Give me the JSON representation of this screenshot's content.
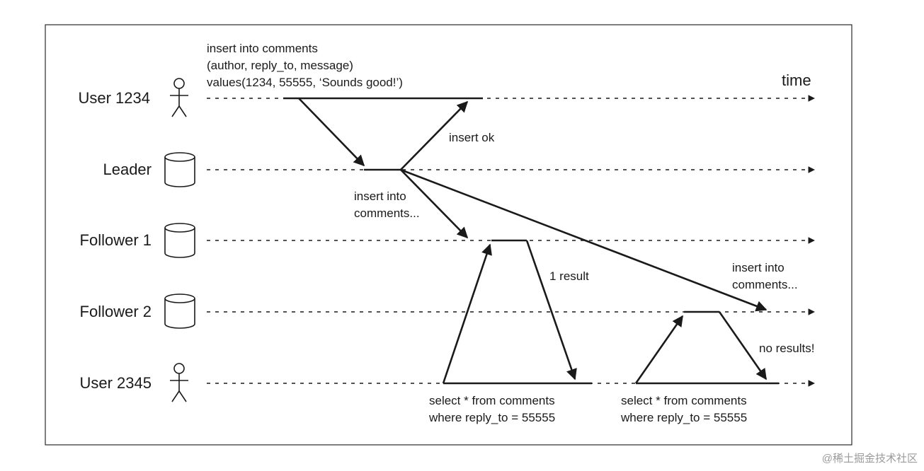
{
  "lanes": {
    "user1": "User 1234",
    "leader": "Leader",
    "follower1": "Follower 1",
    "follower2": "Follower 2",
    "user2": "User 2345"
  },
  "time_label": "time",
  "annotations": {
    "insert_line1": "insert into comments",
    "insert_line2": "(author, reply_to, message)",
    "insert_line3": "values(1234, 55555, ‘Sounds good!’)",
    "insert_ok": "insert ok",
    "replicate_f1_line1": "insert into",
    "replicate_f1_line2": "comments...",
    "one_result": "1 result",
    "replicate_f2_line1": "insert into",
    "replicate_f2_line2": "comments...",
    "no_results": "no results!",
    "query1_line1": "select * from comments",
    "query1_line2": "where reply_to = 55555",
    "query2_line1": "select * from comments",
    "query2_line2": "where reply_to = 55555"
  },
  "watermark": "@稀土掘金技术社区"
}
